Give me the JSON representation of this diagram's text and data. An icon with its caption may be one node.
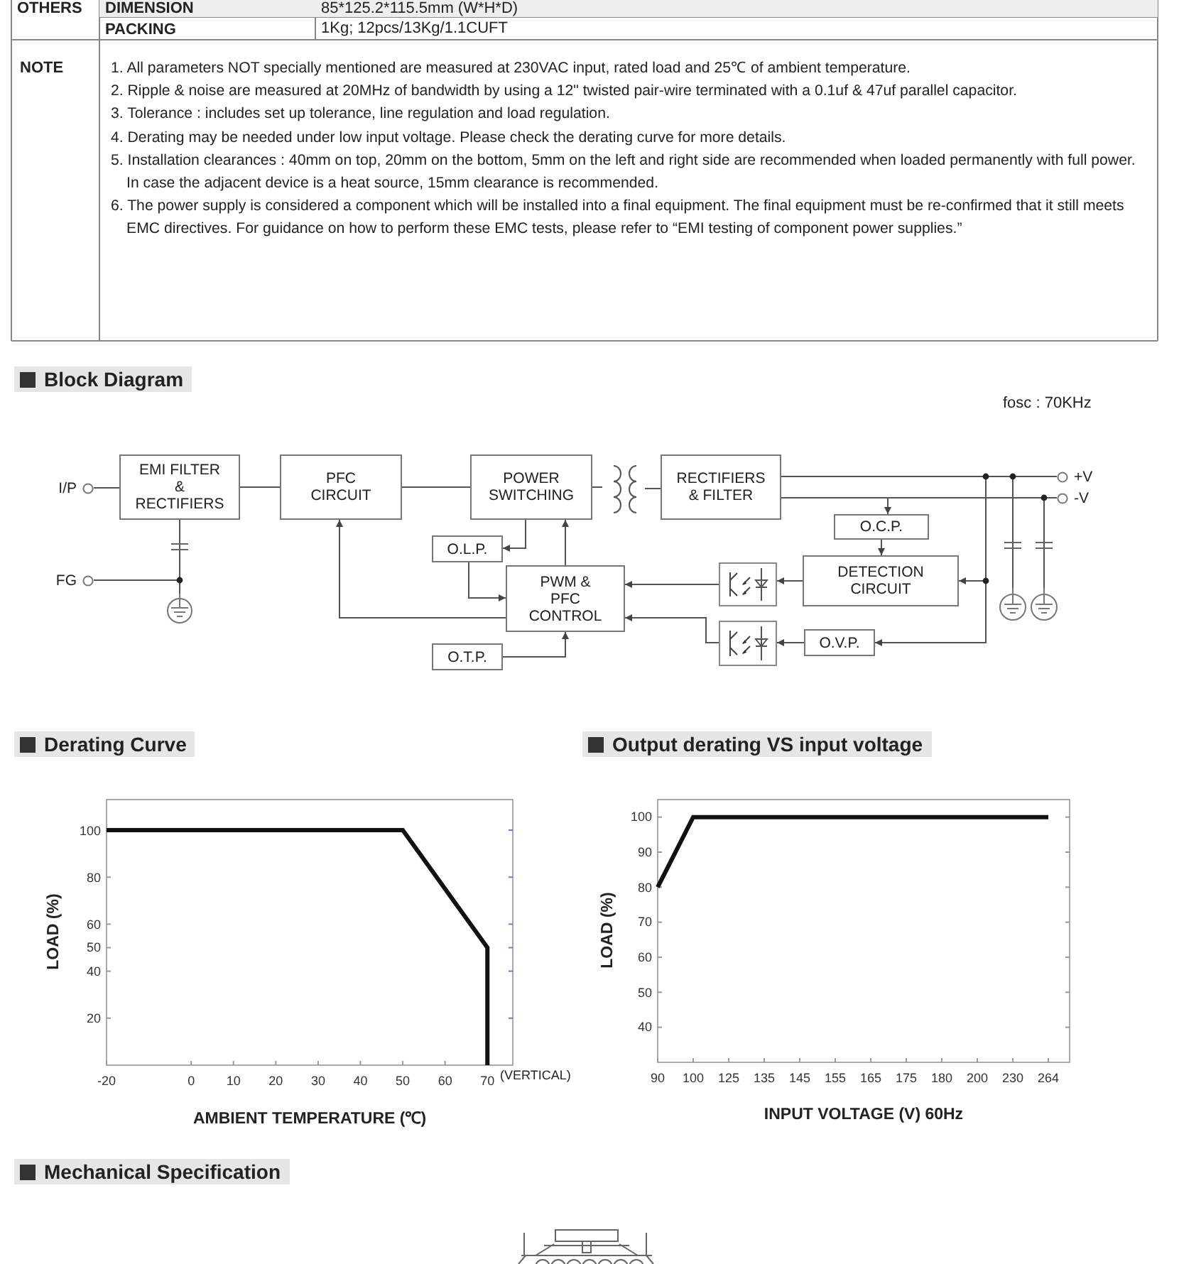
{
  "diagram": {
    "nodes": [
      {
        "text": [
          "I/P"
        ]
      },
      {
        "text": [
          "FG"
        ]
      },
      {
        "text": [
          "EMI FILTER & RECTIFIERS"
        ]
      },
      {
        "text": [
          "PFC CIRCUIT"
        ]
      },
      {
        "text": [
          "POWER SWITCHING"
        ]
      },
      {
        "text": [],
        "shape": "transformer"
      },
      {
        "text": [
          "RECTIFIERS & FILTER"
        ]
      },
      {
        "text": [
          "O.L.P."
        ]
      },
      {
        "text": [
          "PWM & PFC CONTROL"
        ]
      },
      {
        "text": [
          "O.T.P."
        ]
      },
      {
        "text": [
          "O.C.P."
        ]
      },
      {
        "text": [
          "DETECTION CIRCUIT"
        ]
      },
      {
        "text": [],
        "shape": "optocoupler"
      },
      {
        "text": [],
        "shape": "optocoupler"
      },
      {
        "text": [
          "O.V.P."
        ]
      },
      {
        "text": [
          "+V"
        ]
      },
      {
        "text": [
          "-V"
        ]
      },
      {
        "text": [],
        "shape": "ground"
      },
      {
        "text": [],
        "shape": "ground"
      },
      {
        "text": [],
        "shape": "ground"
      }
    ],
    "edges": [
      {
        "from": 0,
        "to": 2,
        "arrow": "none"
      },
      {
        "from": 2,
        "to": 3,
        "arrow": "none"
      },
      {
        "from": 3,
        "to": 4,
        "arrow": "none"
      },
      {
        "from": 4,
        "to": 5,
        "arrow": "none"
      },
      {
        "from": 5,
        "to": 6,
        "arrow": "none"
      },
      {
        "from": 2,
        "to": 17,
        "arrow": "none"
      },
      {
        "from": 1,
        "to": 17,
        "arrow": "none"
      },
      {
        "from": 4,
        "to": 7,
        "arrow": "to"
      },
      {
        "from": 7,
        "to": 8,
        "arrow": "to"
      },
      {
        "from": 8,
        "to": 3,
        "arrow": "to"
      },
      {
        "from": 8,
        "to": 4,
        "arrow": "to"
      },
      {
        "from": 9,
        "to": 8,
        "arrow": "to"
      },
      {
        "from": 6,
        "to": 15,
        "arrow": "none"
      },
      {
        "from": 6,
        "to": 16,
        "arrow": "none"
      },
      {
        "from": 6,
        "to": 10,
        "arrow": "to"
      },
      {
        "from": 10,
        "to": 11,
        "arrow": "to"
      },
      {
        "from": 11,
        "to": 12,
        "arrow": "to"
      },
      {
        "from": 12,
        "to": 8,
        "arrow": "to"
      },
      {
        "from": 15,
        "to": 11,
        "arrow": "to"
      },
      {
        "from": 15,
        "to": 14,
        "arrow": "to"
      },
      {
        "from": 14,
        "to": 13,
        "arrow": "to"
      },
      {
        "from": 13,
        "to": 8,
        "arrow": "to"
      },
      {
        "from": 15,
        "to": 18,
        "arrow": "none"
      },
      {
        "from": 16,
        "to": 19,
        "arrow": "none"
      }
    ],
    "labels": [
      "OTHERS",
      "DIMENSION",
      "85*125.2*115.5mm (W*H*D)",
      "PACKING",
      "1Kg; 12pcs/13Kg/1.1CUFT",
      "NOTE",
      "1. All parameters NOT specially mentioned are measured at 230VAC input, rated load and 25℃ of ambient temperature.",
      "2. Ripple & noise are measured at 20MHz of bandwidth by using a 12\" twisted pair-wire terminated with a 0.1uf & 47uf parallel capacitor.",
      "3. Tolerance : includes set up tolerance, line regulation and load regulation.",
      "4. Derating may be needed under low input voltage. Please check the derating curve for more details.",
      "5. Installation clearances : 40mm on top, 20mm on the bottom, 5mm on the left and right side are recommended when loaded permanently with full power. In case the adjacent device is a heat source, 15mm clearance is recommended.",
      "6. The power supply is considered a component which will be installed into a final equipment. The final equipment must be re-confirmed that it still meets EMC directives. For guidance on how to perform these EMC tests, please refer to “EMI testing of component power supplies.”",
      "Block Diagram",
      "fosc : 70KHz",
      "Derating Curve",
      "(VERTICAL)",
      "Output derating VS input voltage",
      "Mechanical Specification"
    ],
    "chart_data": [
      {
        "type": "line",
        "xlabel": "AMBIENT TEMPERATURE (℃)",
        "ylabel": "LOAD (%)",
        "x": [
          -20,
          50,
          70,
          70
        ],
        "series": [
          {
            "color": "#111111",
            "values": [
              100,
              100,
              50,
              0
            ]
          }
        ],
        "xlim": [
          -20,
          76
        ],
        "ylim": [
          0,
          113
        ],
        "xticks": [
          -20,
          0,
          10,
          20,
          30,
          40,
          50,
          60,
          70
        ],
        "yticks": [
          20,
          40,
          50,
          60,
          80,
          100
        ]
      },
      {
        "type": "line",
        "xlabel": "INPUT VOLTAGE (V) 60Hz",
        "ylabel": "LOAD (%)",
        "categories": [
          "90",
          "100",
          "125",
          "135",
          "145",
          "155",
          "165",
          "175",
          "180",
          "200",
          "230",
          "264"
        ],
        "series": [
          {
            "color": "#111111",
            "values": [
              80,
              100,
              100,
              100,
              100,
              100,
              100,
              100,
              100,
              100,
              100,
              100
            ]
          }
        ],
        "ylim": [
          30,
          105
        ],
        "yticks": [
          40,
          50,
          60,
          70,
          80,
          90,
          100
        ]
      }
    ]
  }
}
